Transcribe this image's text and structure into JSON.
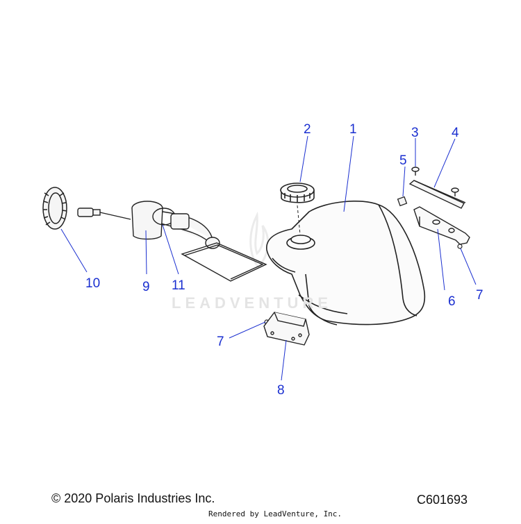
{
  "watermark": "LEADVENTURE",
  "footer": {
    "copyright": "© 2020 Polaris Industries Inc.",
    "diagram_id": "C601693",
    "rendered_by": "Rendered by LeadVenture, Inc."
  },
  "callouts": {
    "c1": "1",
    "c2": "2",
    "c3": "3",
    "c4": "4",
    "c5": "5",
    "c6": "6",
    "c7a": "7",
    "c7b": "7",
    "c8": "8",
    "c9": "9",
    "c10": "10",
    "c11": "11"
  },
  "colors": {
    "callout": "#1a2fd0",
    "line": "#1a2fd0",
    "part": "#222222"
  }
}
